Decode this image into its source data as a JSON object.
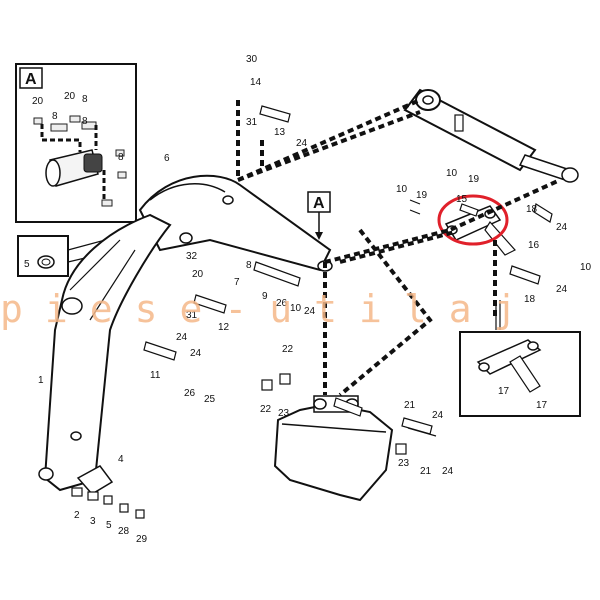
{
  "diagram": {
    "detail_a_label": "A",
    "pointer_a_label": "A",
    "watermark": "piese-utilaj",
    "highlight_color": "#e0202a",
    "watermark_color": "#f5b889",
    "callouts": [
      "30",
      "14",
      "31",
      "13",
      "24",
      "20",
      "20",
      "8",
      "8",
      "8",
      "8",
      "6",
      "5",
      "32",
      "20",
      "31",
      "12",
      "7",
      "8",
      "9",
      "26",
      "10",
      "24",
      "24",
      "10",
      "19",
      "10",
      "19",
      "15",
      "18",
      "24",
      "16",
      "18",
      "24",
      "10",
      "17",
      "17",
      "1",
      "11",
      "24",
      "26",
      "25",
      "22",
      "22",
      "23",
      "21",
      "24",
      "23",
      "21",
      "24",
      "4",
      "2",
      "3",
      "5",
      "28",
      "29"
    ]
  }
}
